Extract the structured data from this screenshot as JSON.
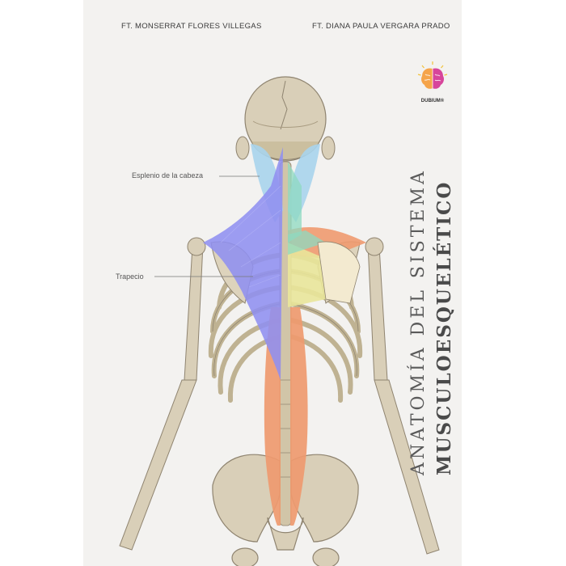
{
  "authors": {
    "left": "FT. MONSERRAT FLORES VILLEGAS",
    "right": "FT. DIANA PAULA VERGARA PRADO"
  },
  "logo": {
    "text": "DUBIUM®",
    "icon": "brain-icon"
  },
  "labels": {
    "esplenio": "Esplenio de la cabeza",
    "trapecio": "Trapecio"
  },
  "title": {
    "line1": "ANATOMÍA DEL SISTEMA",
    "line2": "MUSCULOESQUELÉTICO"
  },
  "colors": {
    "background": "#f3f2f0",
    "bone": "#d8cdb3",
    "trapezius": "#8f8ff0",
    "splenius": "#a9d4ec",
    "erector": "#ef9a6f",
    "rhomboid": "#e9e59a",
    "teal": "#8ed9c0"
  }
}
